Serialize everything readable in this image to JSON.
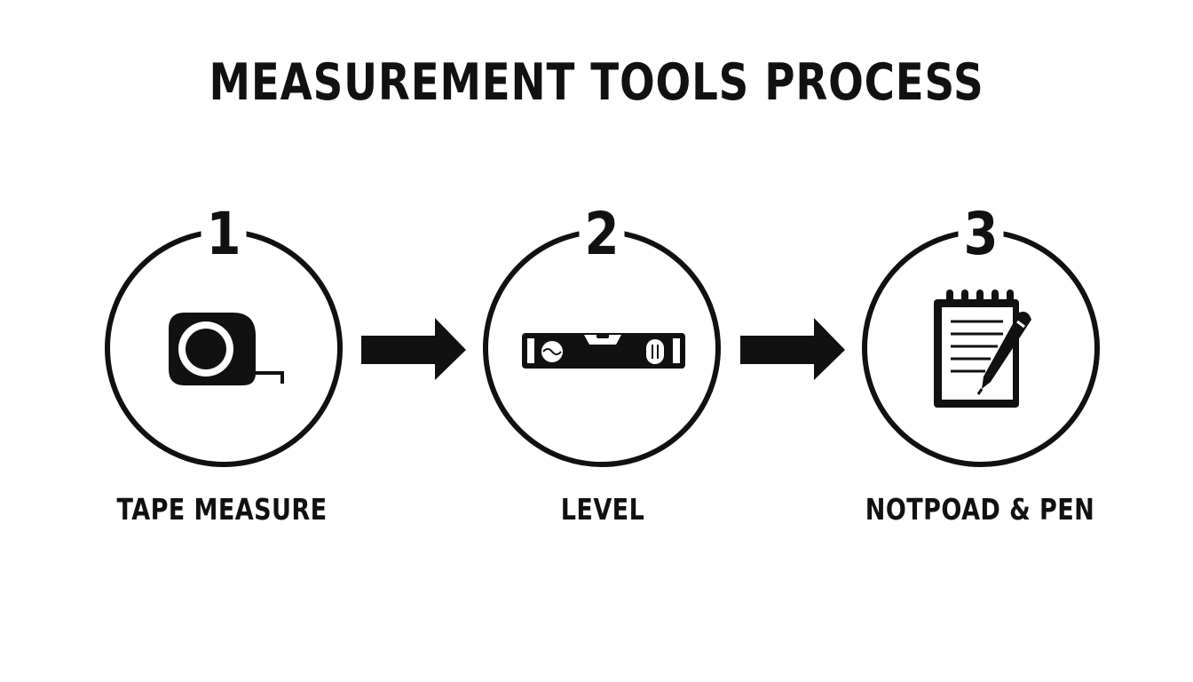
{
  "title": "MEASUREMENT TOOLS PROCESS",
  "steps": [
    {
      "number": "1",
      "label": "TAPE MEASURE",
      "icon": "tape-measure-icon"
    },
    {
      "number": "2",
      "label": "LEVEL",
      "icon": "spirit-level-icon"
    },
    {
      "number": "3",
      "label": "NOTPOAD & PEN",
      "icon": "notepad-pen-icon"
    }
  ],
  "colors": {
    "stroke": "#111111",
    "background": "#ffffff"
  }
}
